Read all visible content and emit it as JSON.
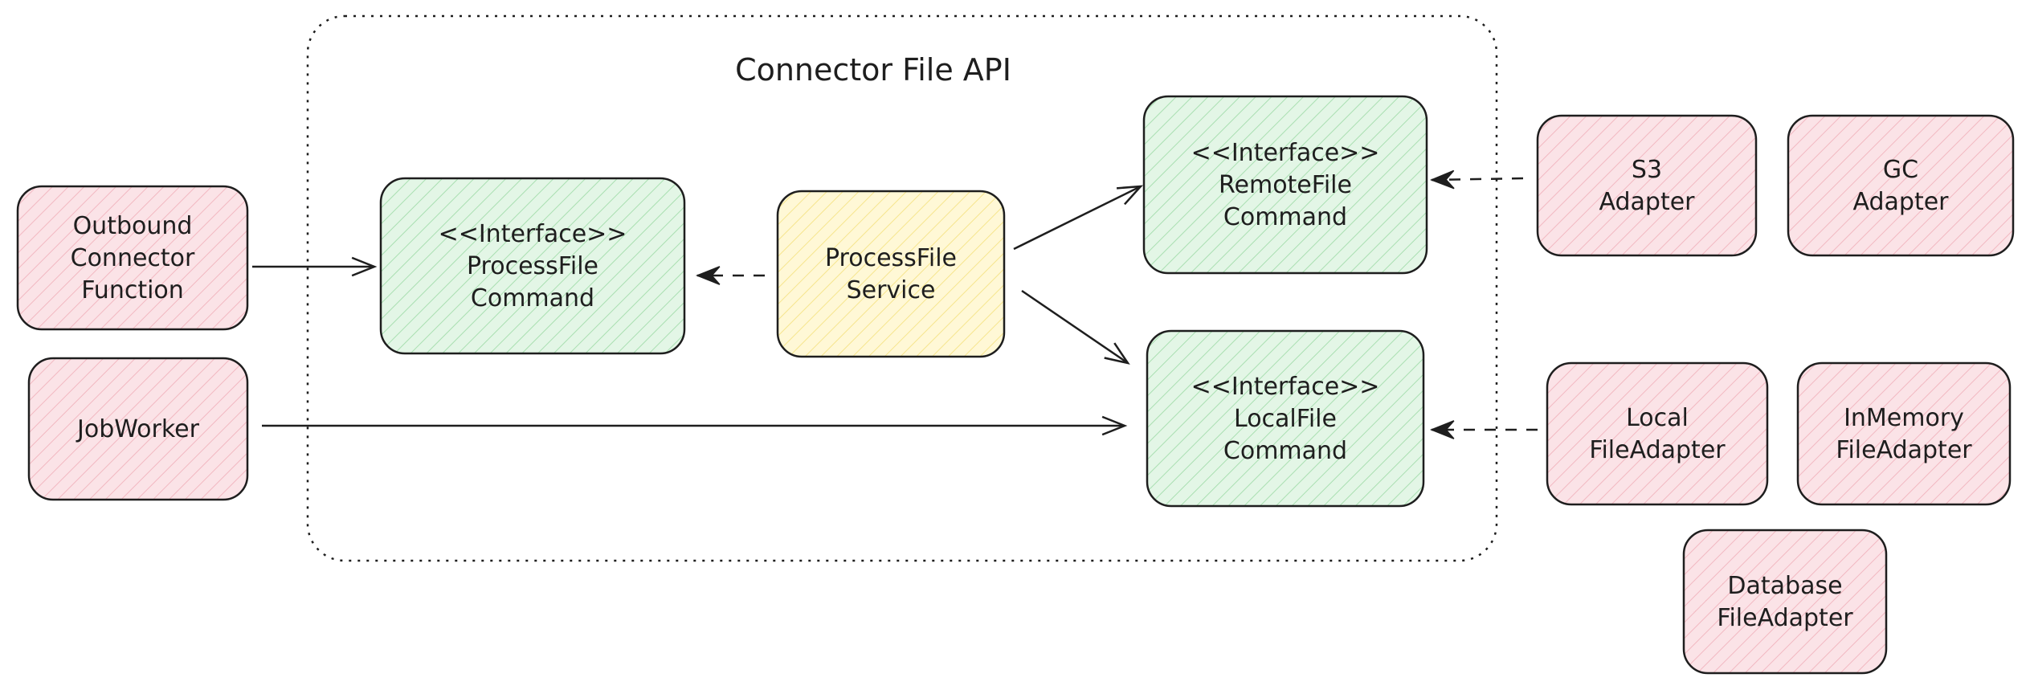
{
  "diagram": {
    "group": {
      "title": "Connector File API"
    },
    "colors": {
      "pink_fill": "#fbe3e7",
      "pink_hatch": "#f2b8c1",
      "green_fill": "#e3f6e6",
      "green_hatch": "#a9dfb1",
      "yellow_fill": "#fff8d6",
      "yellow_hatch": "#f6e58d",
      "stroke": "#1e1e1e"
    },
    "nodes": [
      {
        "id": "outbound",
        "color": "pink",
        "lines": [
          "Outbound",
          "Connector",
          "Function"
        ]
      },
      {
        "id": "jobworker",
        "color": "pink",
        "lines": [
          "JobWorker"
        ]
      },
      {
        "id": "processfile-command",
        "color": "green",
        "lines": [
          "<<Interface>>",
          "ProcessFile",
          "Command"
        ]
      },
      {
        "id": "processfile-service",
        "color": "yellow",
        "lines": [
          "ProcessFile",
          "Service"
        ]
      },
      {
        "id": "remotefile-command",
        "color": "green",
        "lines": [
          "<<Interface>>",
          "RemoteFile",
          "Command"
        ]
      },
      {
        "id": "localfile-command",
        "color": "green",
        "lines": [
          "<<Interface>>",
          "LocalFile",
          "Command"
        ]
      },
      {
        "id": "s3-adapter",
        "color": "pink",
        "lines": [
          "S3",
          "Adapter"
        ]
      },
      {
        "id": "gc-adapter",
        "color": "pink",
        "lines": [
          "GC",
          "Adapter"
        ]
      },
      {
        "id": "local-fileadapter",
        "color": "pink",
        "lines": [
          "Local",
          "FileAdapter"
        ]
      },
      {
        "id": "inmemory-fileadapter",
        "color": "pink",
        "lines": [
          "InMemory",
          "FileAdapter"
        ]
      },
      {
        "id": "database-fileadapter",
        "color": "pink",
        "lines": [
          "Database",
          "FileAdapter"
        ]
      }
    ],
    "edges": [
      {
        "id": "outbound-to-processfile-command",
        "from": "outbound",
        "to": "processfile-command",
        "style": "solid",
        "head": "open"
      },
      {
        "id": "jobworker-to-localfile-command",
        "from": "jobworker",
        "to": "localfile-command",
        "style": "solid",
        "head": "open"
      },
      {
        "id": "service-to-processfile-command",
        "from": "processfile-service",
        "to": "processfile-command",
        "style": "dashed",
        "head": "filled"
      },
      {
        "id": "service-to-remotefile-command",
        "from": "processfile-service",
        "to": "remotefile-command",
        "style": "solid",
        "head": "open"
      },
      {
        "id": "service-to-localfile-command",
        "from": "processfile-service",
        "to": "localfile-command",
        "style": "solid",
        "head": "open"
      },
      {
        "id": "s3-to-remotefile-command",
        "from": "s3-adapter",
        "to": "remotefile-command",
        "style": "dashed",
        "head": "filled"
      },
      {
        "id": "local-adapter-to-localfile-command",
        "from": "local-fileadapter",
        "to": "localfile-command",
        "style": "dashed",
        "head": "filled"
      }
    ]
  }
}
